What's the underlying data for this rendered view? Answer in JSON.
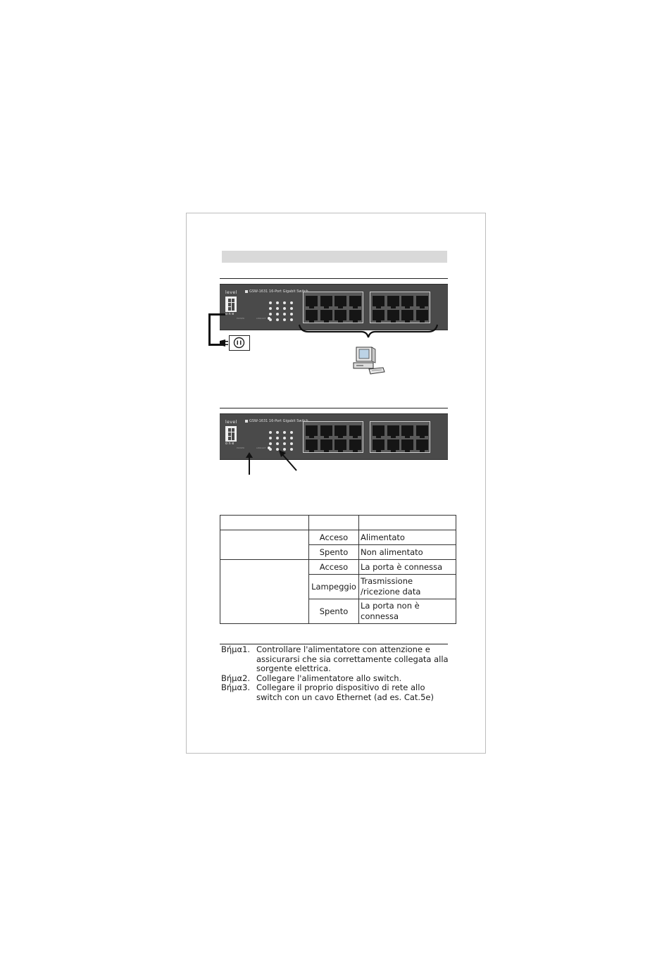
{
  "switch": {
    "brand_top": "level",
    "brand_bottom": "one",
    "model_label": "GSW-1631  16-Port Gigabit Switch",
    "power_label": "POWER",
    "link_label": "LINK/ACT"
  },
  "led_table": {
    "header": [
      "",
      "",
      ""
    ],
    "rows": [
      {
        "status": "Acceso",
        "desc": "Alimentato"
      },
      {
        "status": "Spento",
        "desc": "Non alimentato"
      },
      {
        "status": "Acceso",
        "desc": "La porta è connessa"
      },
      {
        "status": "Lampeggio",
        "desc": "Trasmissione /ricezione data"
      },
      {
        "status": "Spento",
        "desc": "La porta non è connessa"
      }
    ]
  },
  "steps": [
    {
      "label": "Βήμα1.",
      "text": "Controllare l'alimentatore con attenzione e assicurarsi che sia correttamente collegata alla sorgente elettrica."
    },
    {
      "label": "Βήμα2.",
      "text": "Collegare l'alimentatore allo switch."
    },
    {
      "label": "Βήμα3.",
      "text": "Collegare il proprio dispositivo di rete allo switch con un cavo Ethernet (ad es. Cat.5e)"
    }
  ],
  "colors": {
    "panel": "#4a4a4a",
    "port": "#151515",
    "title_bar": "#d9d9d9"
  }
}
